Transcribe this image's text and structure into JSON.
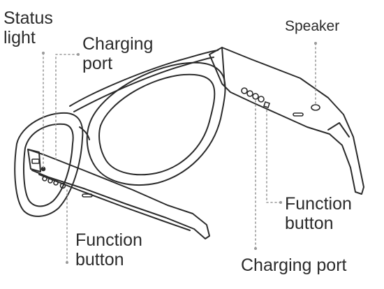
{
  "labels": {
    "status_light": [
      "Status",
      "light"
    ],
    "charging_port_front": [
      "Charging",
      "port"
    ],
    "speaker": "Speaker",
    "function_button_right": [
      "Function",
      "button"
    ],
    "function_button_left": [
      "Function",
      "button"
    ],
    "charging_port_right": "Charging port"
  },
  "colors": {
    "line": "#2b2b2b",
    "leader": "#9a9a9a",
    "text": "#2b2b2b"
  }
}
